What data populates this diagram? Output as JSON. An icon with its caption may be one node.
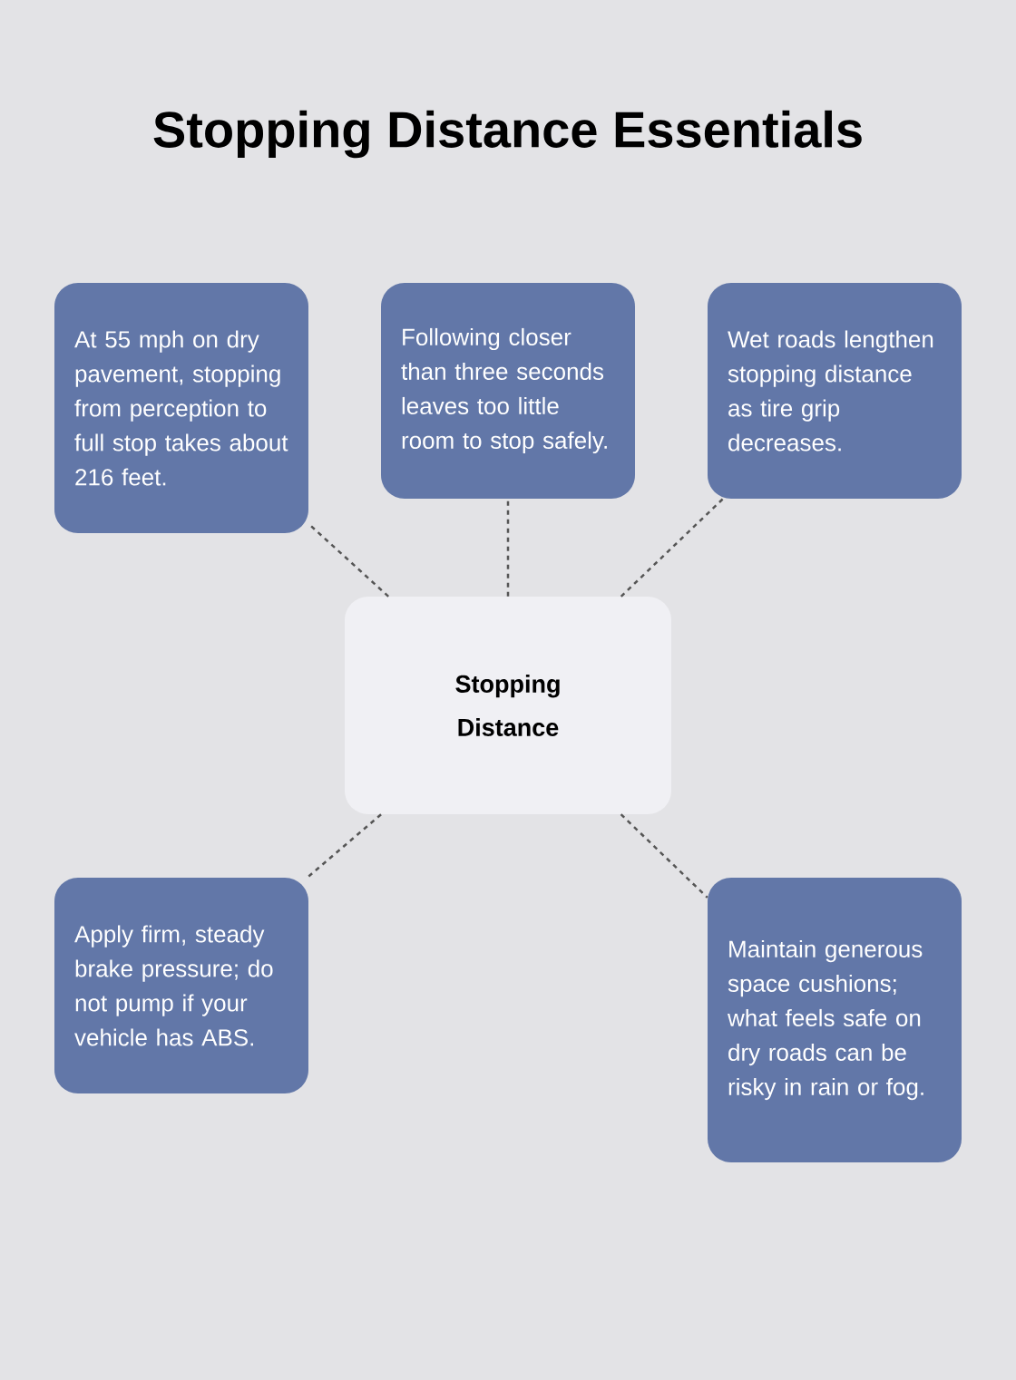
{
  "diagram": {
    "title": "Stopping Distance Essentials",
    "nodes": [
      {
        "text": [
          "Stopping Distance"
        ]
      },
      {
        "text": [
          "At 55 mph on dry pavement, stopping from perception to full stop takes about 216 feet."
        ]
      },
      {
        "text": [
          "Following closer than three seconds leaves too little room to stop safely."
        ]
      },
      {
        "text": [
          "Wet roads lengthen stopping distance as tire grip decreases."
        ]
      },
      {
        "text": [
          "Apply firm, steady brake pressure; do not pump if your vehicle has ABS."
        ]
      },
      {
        "text": [
          "Maintain generous space cushions; what feels safe on dry roads can be risky in rain or fog."
        ]
      }
    ],
    "edges": [
      {
        "from": 0,
        "to": 1,
        "arrow": "none"
      },
      {
        "from": 0,
        "to": 2,
        "arrow": "none"
      },
      {
        "from": 0,
        "to": 3,
        "arrow": "none"
      },
      {
        "from": 0,
        "to": 4,
        "arrow": "none"
      },
      {
        "from": 0,
        "to": 5,
        "arrow": "none"
      }
    ]
  }
}
